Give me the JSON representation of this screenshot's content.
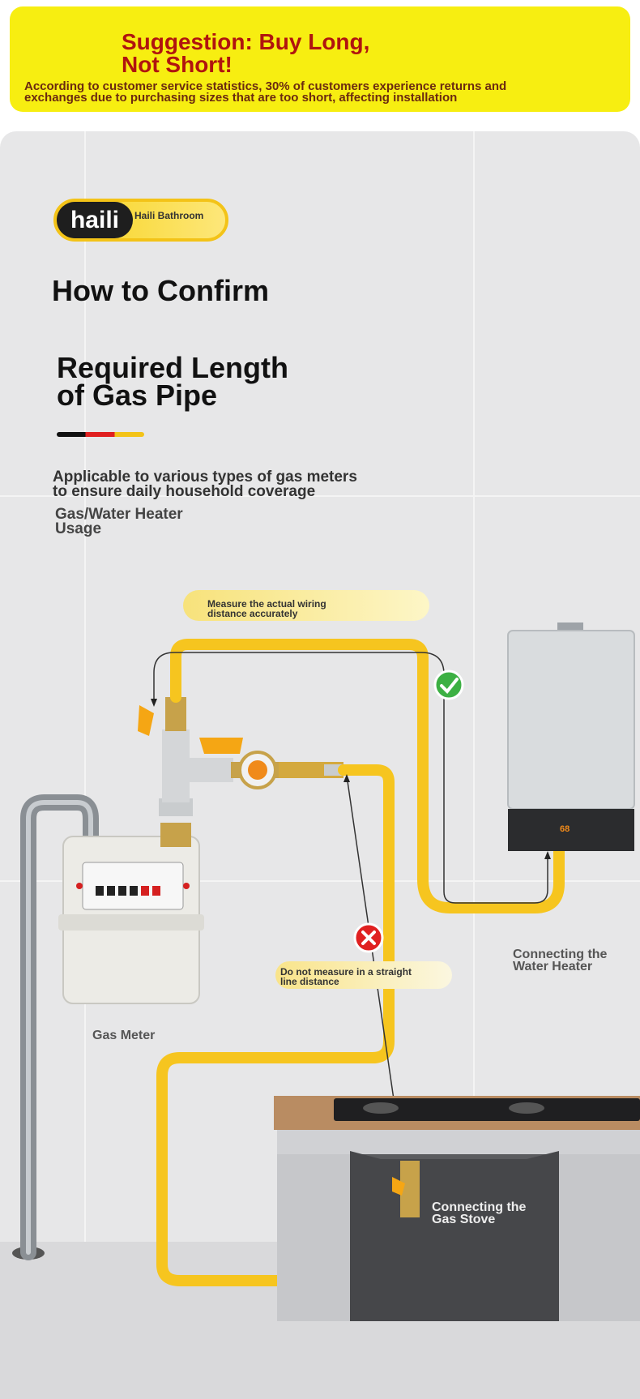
{
  "banner": {
    "title": "Suggestion: Buy Long,\n  Not Short!",
    "note": "According to customer service statistics, 30% of customers experience returns and\n  exchanges due to purchasing sizes that are too short, affecting installation"
  },
  "brand": {
    "logo": "haili",
    "name": "Haili Bathroom"
  },
  "heading": {
    "line1": "How to Confirm",
    "line2": "Required Length\n  of Gas Pipe"
  },
  "subtitle": "Applicable to various types of gas meters\n  to ensure daily household coverage",
  "usage": "Gas/Water Heater\n  Usage",
  "notes": {
    "measure": "Measure the actual wiring\n  distance accurately",
    "dont_measure": "Do not measure in a straight\n  line distance"
  },
  "labels": {
    "water_heater": "Connecting the\n Water Heater",
    "gas_meter": "Gas Meter",
    "gas_stove": "Connecting the\n Gas Stove",
    "heater_display": "68"
  },
  "colors": {
    "banner": "#f7ee11",
    "pipe": "#f6c51f",
    "accent_red": "#e02020",
    "accent_green": "#3cb043"
  }
}
